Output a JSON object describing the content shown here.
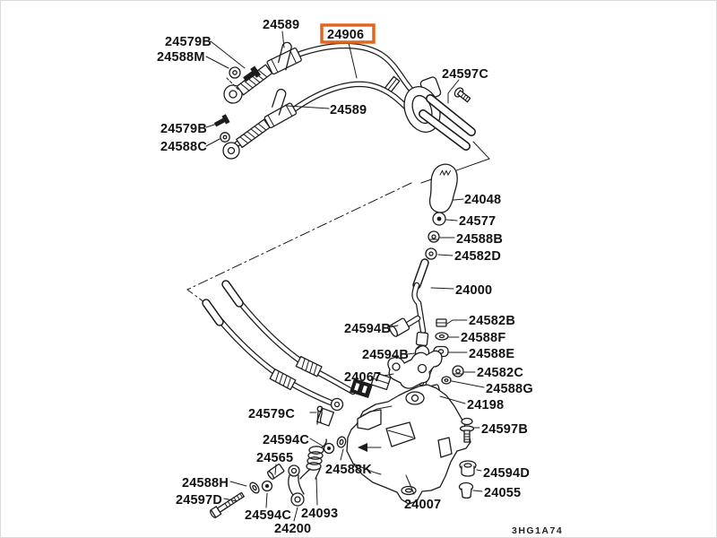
{
  "diagram": {
    "code": "3HG1A74",
    "highlight": {
      "part": "24906",
      "color": "#e2661d"
    },
    "line_color": "#1c1c1c",
    "background": "#ffffff",
    "labels": [
      {
        "id": "24589-top",
        "text": "24589"
      },
      {
        "id": "24906",
        "text": "24906",
        "highlighted": true
      },
      {
        "id": "24579B-1",
        "text": "24579B"
      },
      {
        "id": "24588M",
        "text": "24588M"
      },
      {
        "id": "24597C",
        "text": "24597C"
      },
      {
        "id": "24589-mid",
        "text": "24589"
      },
      {
        "id": "24579B-2",
        "text": "24579B"
      },
      {
        "id": "24588C",
        "text": "24588C"
      },
      {
        "id": "24048",
        "text": "24048"
      },
      {
        "id": "24577",
        "text": "24577"
      },
      {
        "id": "24588B",
        "text": "24588B"
      },
      {
        "id": "24582D",
        "text": "24582D"
      },
      {
        "id": "24000",
        "text": "24000"
      },
      {
        "id": "24594B-1",
        "text": "24594B"
      },
      {
        "id": "24582B",
        "text": "24582B"
      },
      {
        "id": "24588F",
        "text": "24588F"
      },
      {
        "id": "24594B-2",
        "text": "24594B"
      },
      {
        "id": "24588E",
        "text": "24588E"
      },
      {
        "id": "24067",
        "text": "24067"
      },
      {
        "id": "24582C",
        "text": "24582C"
      },
      {
        "id": "24588G",
        "text": "24588G"
      },
      {
        "id": "24198",
        "text": "24198"
      },
      {
        "id": "24579C",
        "text": "24579C"
      },
      {
        "id": "24597B",
        "text": "24597B"
      },
      {
        "id": "24594C-1",
        "text": "24594C"
      },
      {
        "id": "24565",
        "text": "24565"
      },
      {
        "id": "24588K",
        "text": "24588K"
      },
      {
        "id": "24594D",
        "text": "24594D"
      },
      {
        "id": "24588H",
        "text": "24588H"
      },
      {
        "id": "24055",
        "text": "24055"
      },
      {
        "id": "24597D",
        "text": "24597D"
      },
      {
        "id": "24594C-2",
        "text": "24594C"
      },
      {
        "id": "24093",
        "text": "24093"
      },
      {
        "id": "24200",
        "text": "24200"
      },
      {
        "id": "24007",
        "text": "24007"
      }
    ]
  }
}
